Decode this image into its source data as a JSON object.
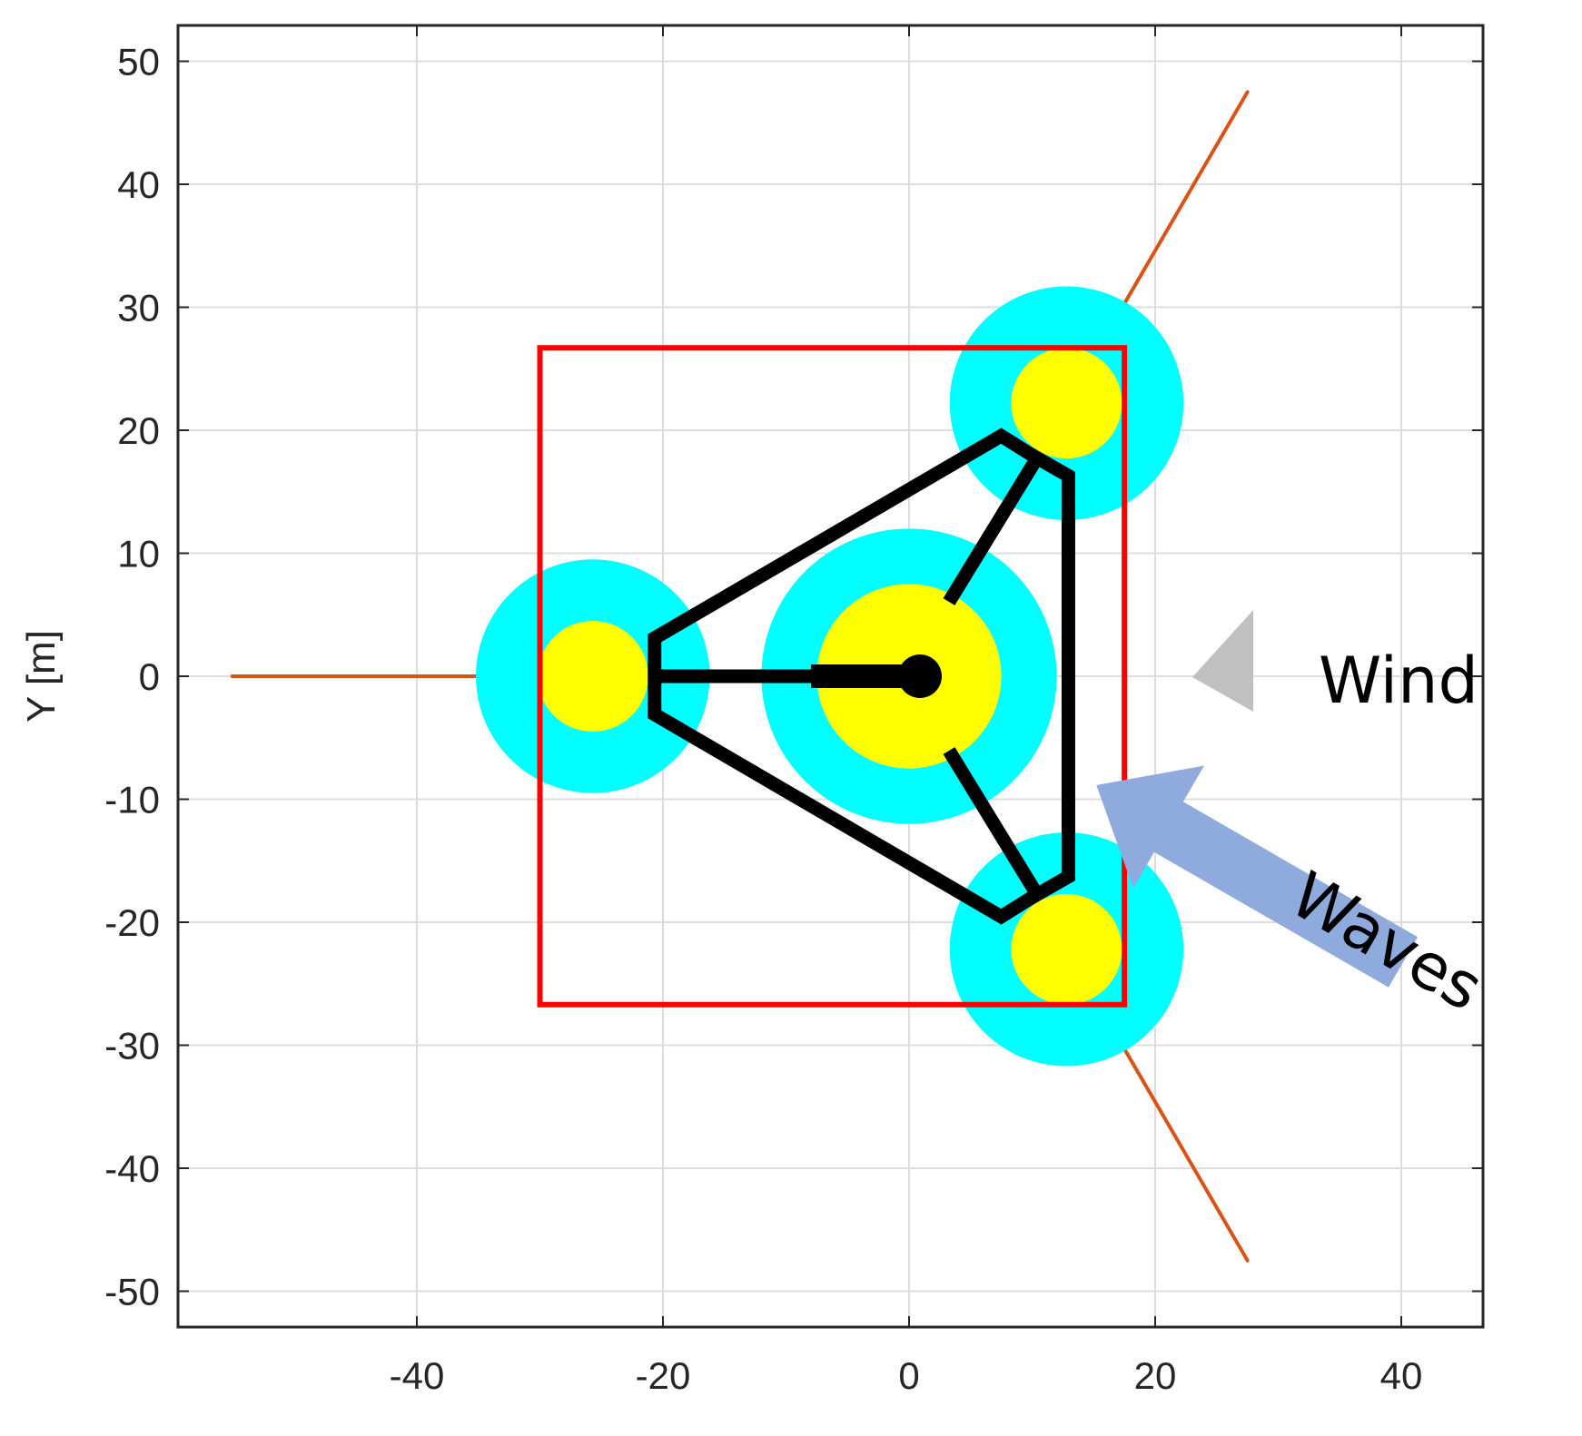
{
  "chart_data": {
    "type": "diagram",
    "ylabel": "Y [m]",
    "xlim": [
      -60,
      47
    ],
    "ylim": [
      -53,
      53
    ],
    "xticks": [
      -40,
      -20,
      0,
      20,
      40
    ],
    "yticks": [
      50,
      40,
      30,
      20,
      10,
      0,
      -10,
      -20,
      -30,
      -40,
      -50
    ],
    "grid": true,
    "colors": {
      "grid": "#dcdcdc",
      "axes": "#262626",
      "mooring": "#d95319",
      "outer_circle": "#00ffff",
      "inner_circle": "#ffff00",
      "frame": "#000000",
      "boundary": "#ff0000",
      "wind_arrow": "#c0c0c0",
      "waves_arrow": "#8faadc"
    },
    "mooring_lines": [
      {
        "from": [
          -35,
          0
        ],
        "to": [
          -55,
          0
        ]
      },
      {
        "from": [
          17.5,
          30.3
        ],
        "to": [
          27.5,
          47.5
        ]
      },
      {
        "from": [
          17.5,
          -30.3
        ],
        "to": [
          27.5,
          -47.5
        ]
      }
    ],
    "columns": [
      {
        "center": [
          0,
          0
        ],
        "outer_r": 12,
        "inner_r": 7.5
      },
      {
        "center": [
          -25.7,
          0
        ],
        "outer_r": 9.5,
        "inner_r": 4.5
      },
      {
        "center": [
          12.8,
          22.2
        ],
        "outer_r": 9.5,
        "inner_r": 4.5
      },
      {
        "center": [
          12.8,
          -22.2
        ],
        "outer_r": 9.5,
        "inner_r": 4.5
      }
    ],
    "boundary_rect": {
      "x": [
        -30,
        17.5
      ],
      "y": [
        -26.7,
        26.7
      ]
    },
    "annotations": [
      {
        "label": "Wind",
        "direction_deg": 180
      },
      {
        "label": "Waves",
        "direction_deg": 150
      }
    ]
  }
}
